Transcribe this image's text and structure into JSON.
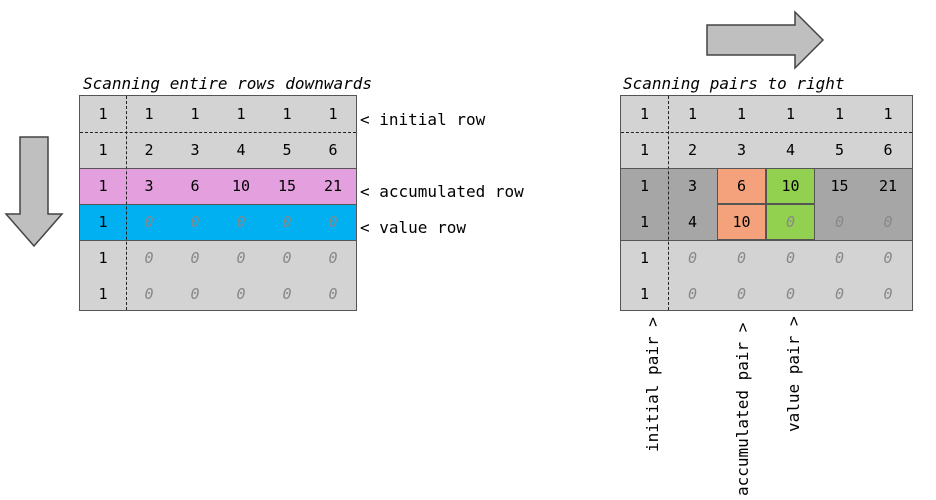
{
  "left": {
    "title": "Scanning entire rows downwards",
    "rows": [
      [
        "1",
        "1",
        "1",
        "1",
        "1",
        "1"
      ],
      [
        "1",
        "2",
        "3",
        "4",
        "5",
        "6"
      ],
      [
        "1",
        "3",
        "6",
        "10",
        "15",
        "21"
      ],
      [
        "1",
        "0",
        "0",
        "0",
        "0",
        "0"
      ],
      [
        "1",
        "0",
        "0",
        "0",
        "0",
        "0"
      ],
      [
        "1",
        "0",
        "0",
        "0",
        "0",
        "0"
      ]
    ],
    "labels": {
      "initial": "< initial row",
      "accumulated": "< accumulated row",
      "value": "< value row"
    }
  },
  "right": {
    "title": "Scanning pairs to right",
    "rows": [
      [
        "1",
        "1",
        "1",
        "1",
        "1",
        "1"
      ],
      [
        "1",
        "2",
        "3",
        "4",
        "5",
        "6"
      ],
      [
        "1",
        "3",
        "6",
        "10",
        "15",
        "21"
      ],
      [
        "1",
        "4",
        "10",
        "0",
        "0",
        "0"
      ],
      [
        "1",
        "0",
        "0",
        "0",
        "0",
        "0"
      ],
      [
        "1",
        "0",
        "0",
        "0",
        "0",
        "0"
      ]
    ],
    "labels": {
      "initial": "initial pair >",
      "accumulated": "accumulated pair >",
      "value": "value pair >"
    }
  },
  "colors": {
    "grid_bg": "#d3d3d3",
    "accumulated_row": "#e49fdf",
    "value_row": "#00b0f0",
    "pair_bg": "#a6a6a6",
    "accumulated_pair": "#f4a27c",
    "value_pair": "#92d050",
    "arrow": "#bfbfbf"
  },
  "icons": {
    "down_arrow": "arrow-down-icon",
    "right_arrow": "arrow-right-icon"
  }
}
